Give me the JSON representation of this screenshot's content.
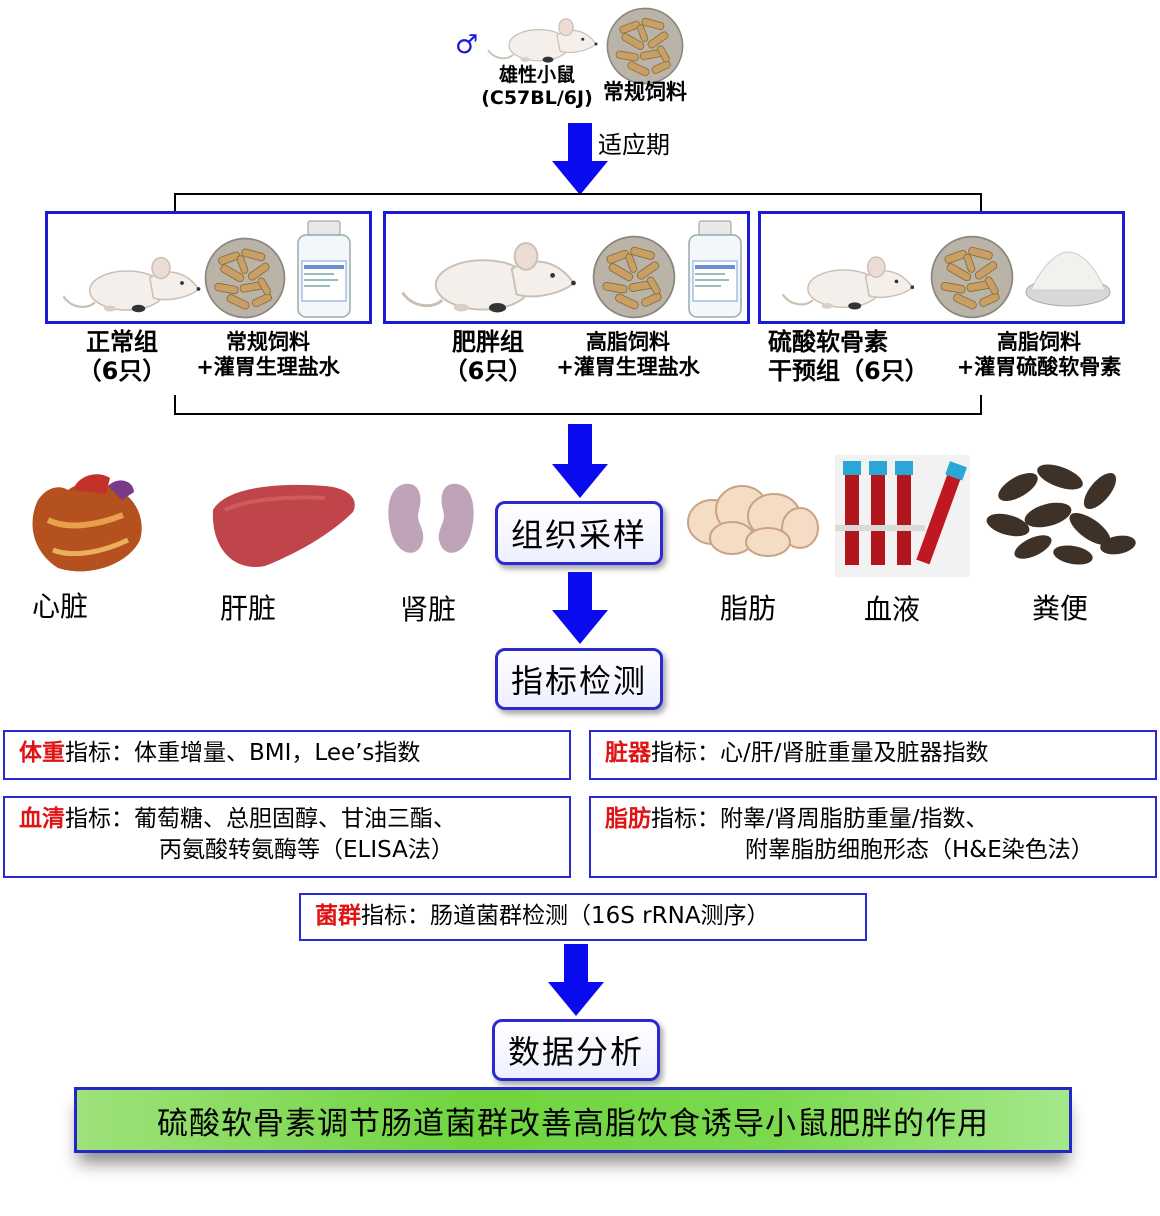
{
  "top": {
    "male_symbol": "♂",
    "mouse_label_line1": "雄性小鼠",
    "mouse_label_line2": "(C57BL/6J)",
    "feed_label": "常规饲料",
    "adapt_label": "适应期"
  },
  "groups": [
    {
      "name_line1": "正常组",
      "name_line2": "（6只）",
      "treat_line1": "常规饲料",
      "treat_line2": "+灌胃生理盐水"
    },
    {
      "name_line1": "肥胖组",
      "name_line2": "（6只）",
      "treat_line1": "高脂饲料",
      "treat_line2": "+灌胃生理盐水"
    },
    {
      "name_line1": "硫酸软骨素",
      "name_line2": "干预组（6只）",
      "treat_line1": "高脂饲料",
      "treat_line2": "+灌胃硫酸软骨素"
    }
  ],
  "samples": {
    "heart": "心脏",
    "liver": "肝脏",
    "kidney": "肾脏",
    "fat": "脂肪",
    "blood": "血液",
    "feces": "粪便"
  },
  "steps": {
    "sampling": "组织采样",
    "detection": "指标检测",
    "analysis": "数据分析"
  },
  "indicators": {
    "weight_key": "体重",
    "weight_text": "指标：体重增量、BMI，Lee’s指数",
    "organ_key": "脏器",
    "organ_text": "指标：心/肝/肾脏重量及脏器指数",
    "serum_key": "血清",
    "serum_text1": "指标：葡萄糖、总胆固醇、甘油三酯、",
    "serum_text2": "丙氨酸转氨酶等（ELISA法）",
    "fat_key": "脂肪",
    "fat_text1": "指标：附睾/肾周脂肪重量/指数、",
    "fat_text2": "附睾脂肪细胞形态（H&E染色法）",
    "flora_key": "菌群",
    "flora_text": "指标：肠道菌群检测（16S rRNA测序）"
  },
  "conclusion": "硫酸软骨素调节肠道菌群改善高脂饮食诱导小鼠肥胖的作用",
  "colors": {
    "arrow": "#0a0aef",
    "border": "#1a1ad8",
    "key_red": "#e01414",
    "final_green": "#7bd94e"
  }
}
